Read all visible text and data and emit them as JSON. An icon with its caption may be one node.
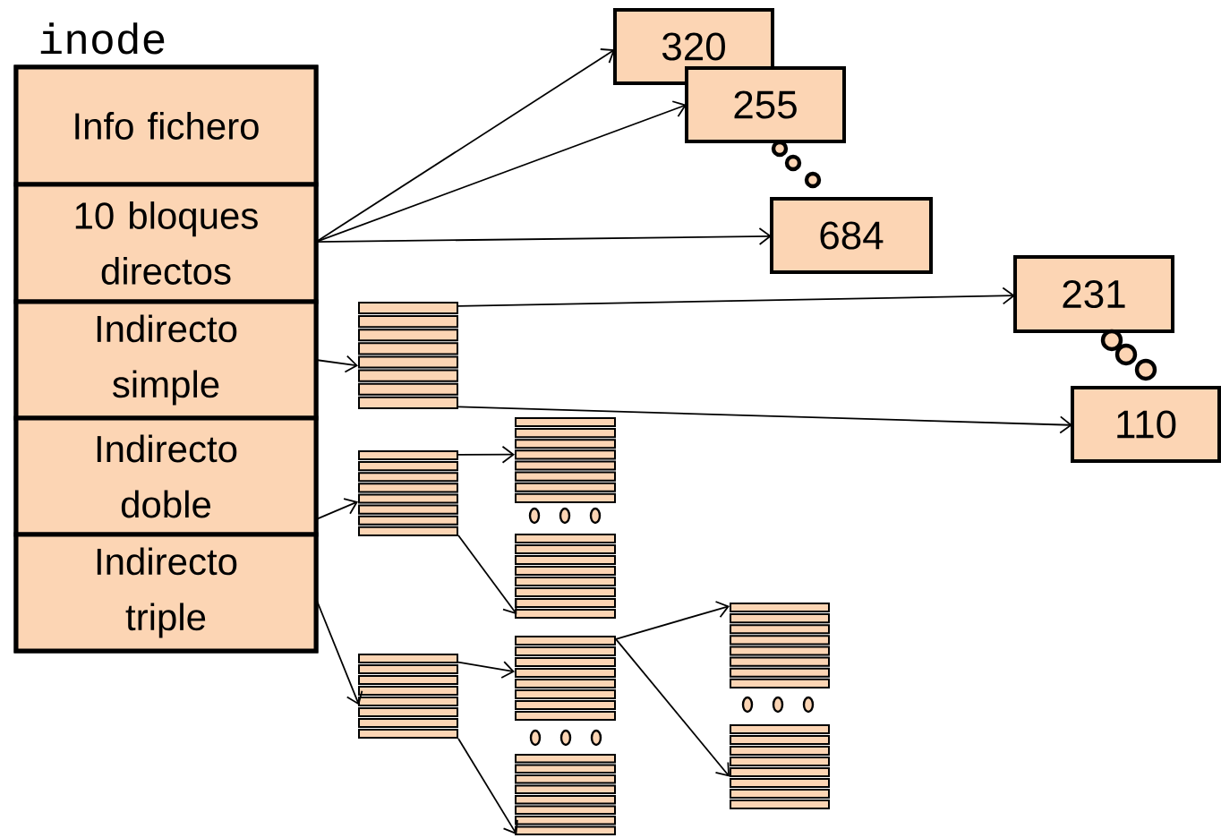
{
  "diagram": {
    "nodes": [
      {
        "text": [
          "inode"
        ]
      },
      {
        "text": [
          "Info fichero"
        ],
        "in": 0
      },
      {
        "text": [
          "10 bloques directos"
        ],
        "in": 0
      },
      {
        "text": [
          "Indirecto simple"
        ],
        "in": 0
      },
      {
        "text": [
          "Indirecto doble"
        ],
        "in": 0
      },
      {
        "text": [
          "Indirecto triple"
        ],
        "in": 0
      },
      {
        "text": [
          "320"
        ]
      },
      {
        "text": [
          "255"
        ]
      },
      {
        "text": [
          "684"
        ]
      },
      {
        "text": [
          "231"
        ]
      },
      {
        "text": [
          "110"
        ]
      },
      {
        "text": [],
        "shape": "box"
      },
      {
        "text": [],
        "shape": "box"
      },
      {
        "text": [],
        "shape": "box"
      },
      {
        "text": [],
        "shape": "box"
      },
      {
        "text": [],
        "shape": "box"
      },
      {
        "text": [],
        "shape": "box"
      },
      {
        "text": [],
        "shape": "box"
      },
      {
        "text": [],
        "shape": "box"
      },
      {
        "text": [],
        "shape": "box"
      }
    ],
    "edges": [
      {
        "from": 2,
        "to": 6,
        "arrow": "to"
      },
      {
        "from": 2,
        "to": 7,
        "arrow": "to"
      },
      {
        "from": 2,
        "to": 8,
        "arrow": "to"
      },
      {
        "from": 3,
        "to": 11,
        "arrow": "to"
      },
      {
        "from": 11,
        "to": 9,
        "arrow": "to"
      },
      {
        "from": 11,
        "to": 10,
        "arrow": "to"
      },
      {
        "from": 4,
        "to": 12,
        "arrow": "to"
      },
      {
        "from": 12,
        "to": 13,
        "arrow": "to"
      },
      {
        "from": 12,
        "to": 14,
        "arrow": "to"
      },
      {
        "from": 5,
        "to": 15,
        "arrow": "to"
      },
      {
        "from": 15,
        "to": 16,
        "arrow": "to"
      },
      {
        "from": 15,
        "to": 17,
        "arrow": "to"
      },
      {
        "from": 16,
        "to": 18,
        "arrow": "to"
      },
      {
        "from": 16,
        "to": 19,
        "arrow": "to"
      }
    ]
  }
}
